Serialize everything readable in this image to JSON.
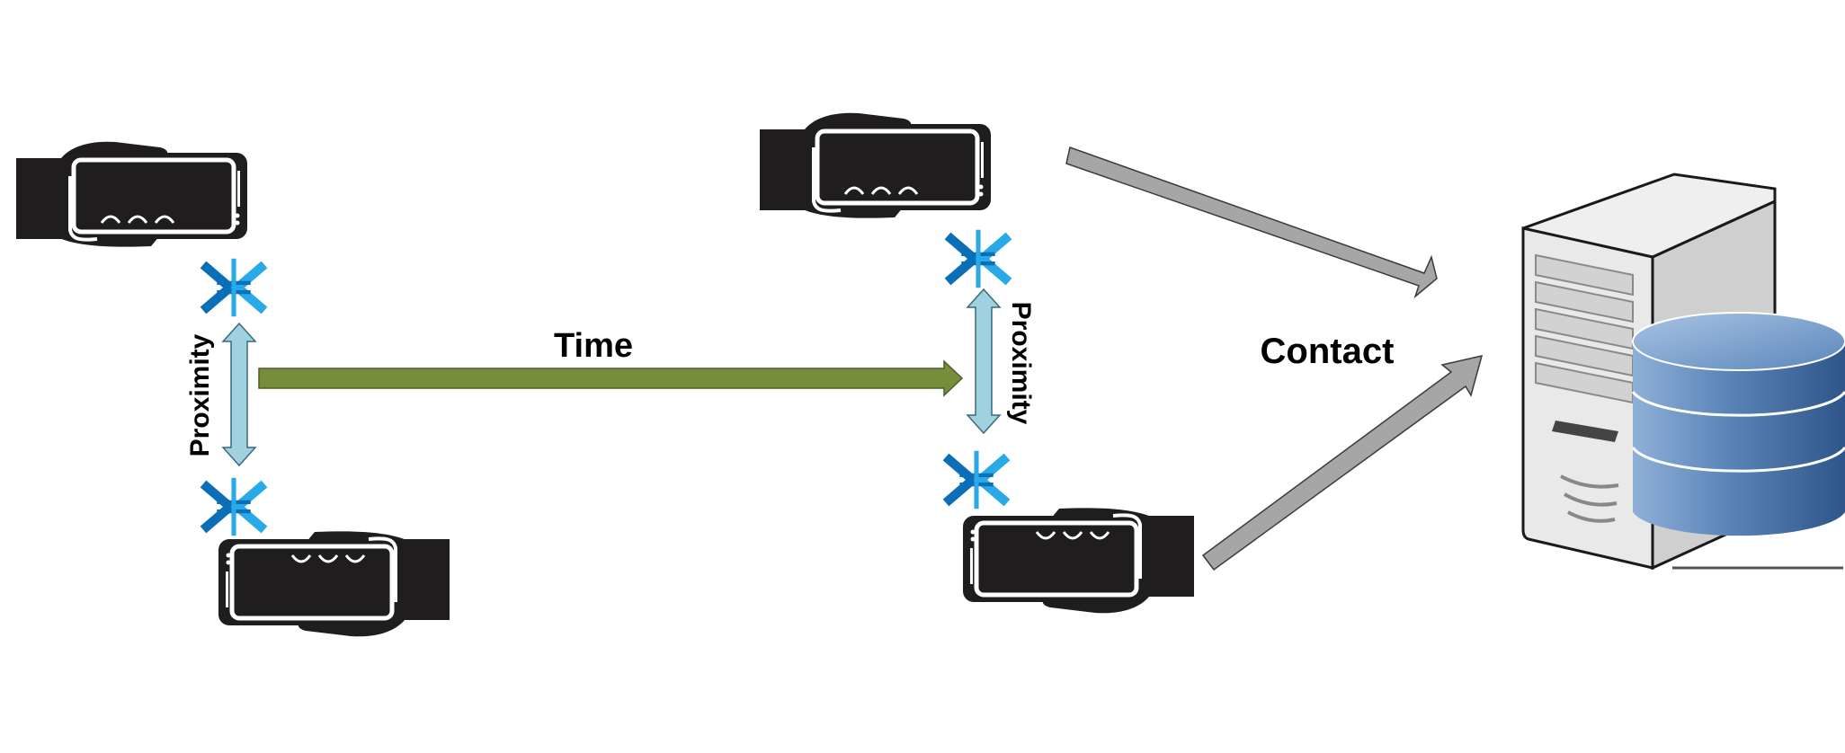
{
  "labels": {
    "proximity_left": "Proximity",
    "proximity_right": "Proximity",
    "time": "Time",
    "contact": "Contact"
  },
  "colors": {
    "phone_dark": "#1f1d1e",
    "bluetooth_dark": "#0b6fb8",
    "bluetooth_light": "#29a9e8",
    "proximity_arrow_fill": "#9fd1de",
    "proximity_arrow_stroke": "#3b6b7a",
    "time_arrow_fill": "#768e3a",
    "time_arrow_stroke": "#4d5f26",
    "contact_arrow_fill": "#a6a6a6",
    "contact_arrow_stroke": "#3a3a3a",
    "database_blue": "#5a84b8",
    "server_gray": "#d6d6d6"
  },
  "icons": {
    "phone": "hand-holding-phone-icon",
    "bluetooth": "bluetooth-icon",
    "server": "server-tower-icon",
    "database": "database-cylinder-icon"
  }
}
